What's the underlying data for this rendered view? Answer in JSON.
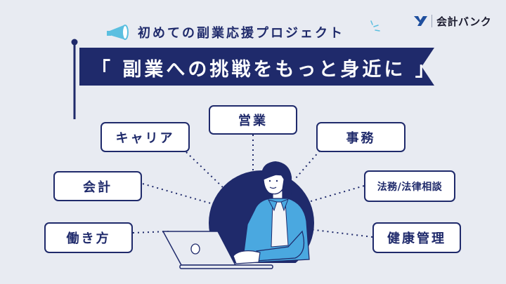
{
  "header": {
    "logo_name": "会計バンク",
    "subtitle": "初めての副業応援プロジェクト",
    "banner_title": "「 副業への挑戦をもっと身近に 」"
  },
  "icons": {
    "megaphone": "megaphone-icon",
    "logo_mark": "logo-mark-icon",
    "sparkle": "sparkle-icon"
  },
  "topics": [
    {
      "label": "キャリア"
    },
    {
      "label": "営業"
    },
    {
      "label": "事務"
    },
    {
      "label": "会計"
    },
    {
      "label": "法務/法律相談"
    },
    {
      "label": "働き方"
    },
    {
      "label": "健康管理"
    }
  ],
  "colors": {
    "background": "#e8ebf2",
    "navy": "#1f2a6b",
    "light_blue": "#4aa8e0",
    "megaphone": "#5bbfe0",
    "white": "#ffffff"
  }
}
